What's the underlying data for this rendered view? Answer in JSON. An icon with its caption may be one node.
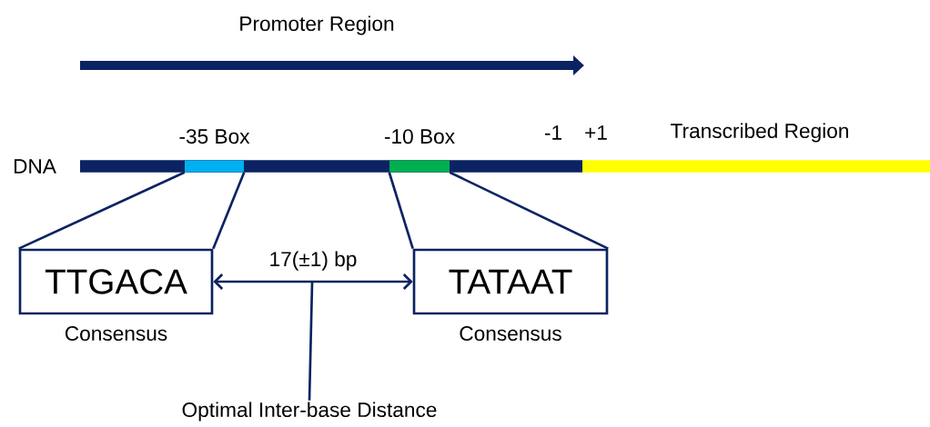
{
  "diagram": {
    "nodes": [
      {
        "text": [
          "TTGACA"
        ],
        "beside": [
          "Consensus"
        ]
      },
      {
        "text": [
          "TATAAT"
        ],
        "beside": [
          "Consensus"
        ]
      },
      {
        "text": [
          "Optimal Inter-base Distance"
        ]
      },
      {
        "text": [
          "-35 Box"
        ]
      },
      {
        "text": [
          "-10 Box"
        ]
      }
    ],
    "edges": [
      {
        "from": 3,
        "to": 0,
        "arrow": "none"
      },
      {
        "from": 3,
        "to": 0,
        "arrow": "none"
      },
      {
        "from": 4,
        "to": 1,
        "arrow": "none"
      },
      {
        "from": 4,
        "to": 1,
        "arrow": "none"
      },
      {
        "from": 0,
        "to": 1,
        "arrow": "both",
        "label": "17(±1) bp"
      },
      {
        "from": 2,
        "to": null,
        "arrow": "none"
      }
    ],
    "labels": [
      "Promoter Region",
      "DNA",
      "-1",
      "+1",
      "Transcribed Region"
    ]
  }
}
